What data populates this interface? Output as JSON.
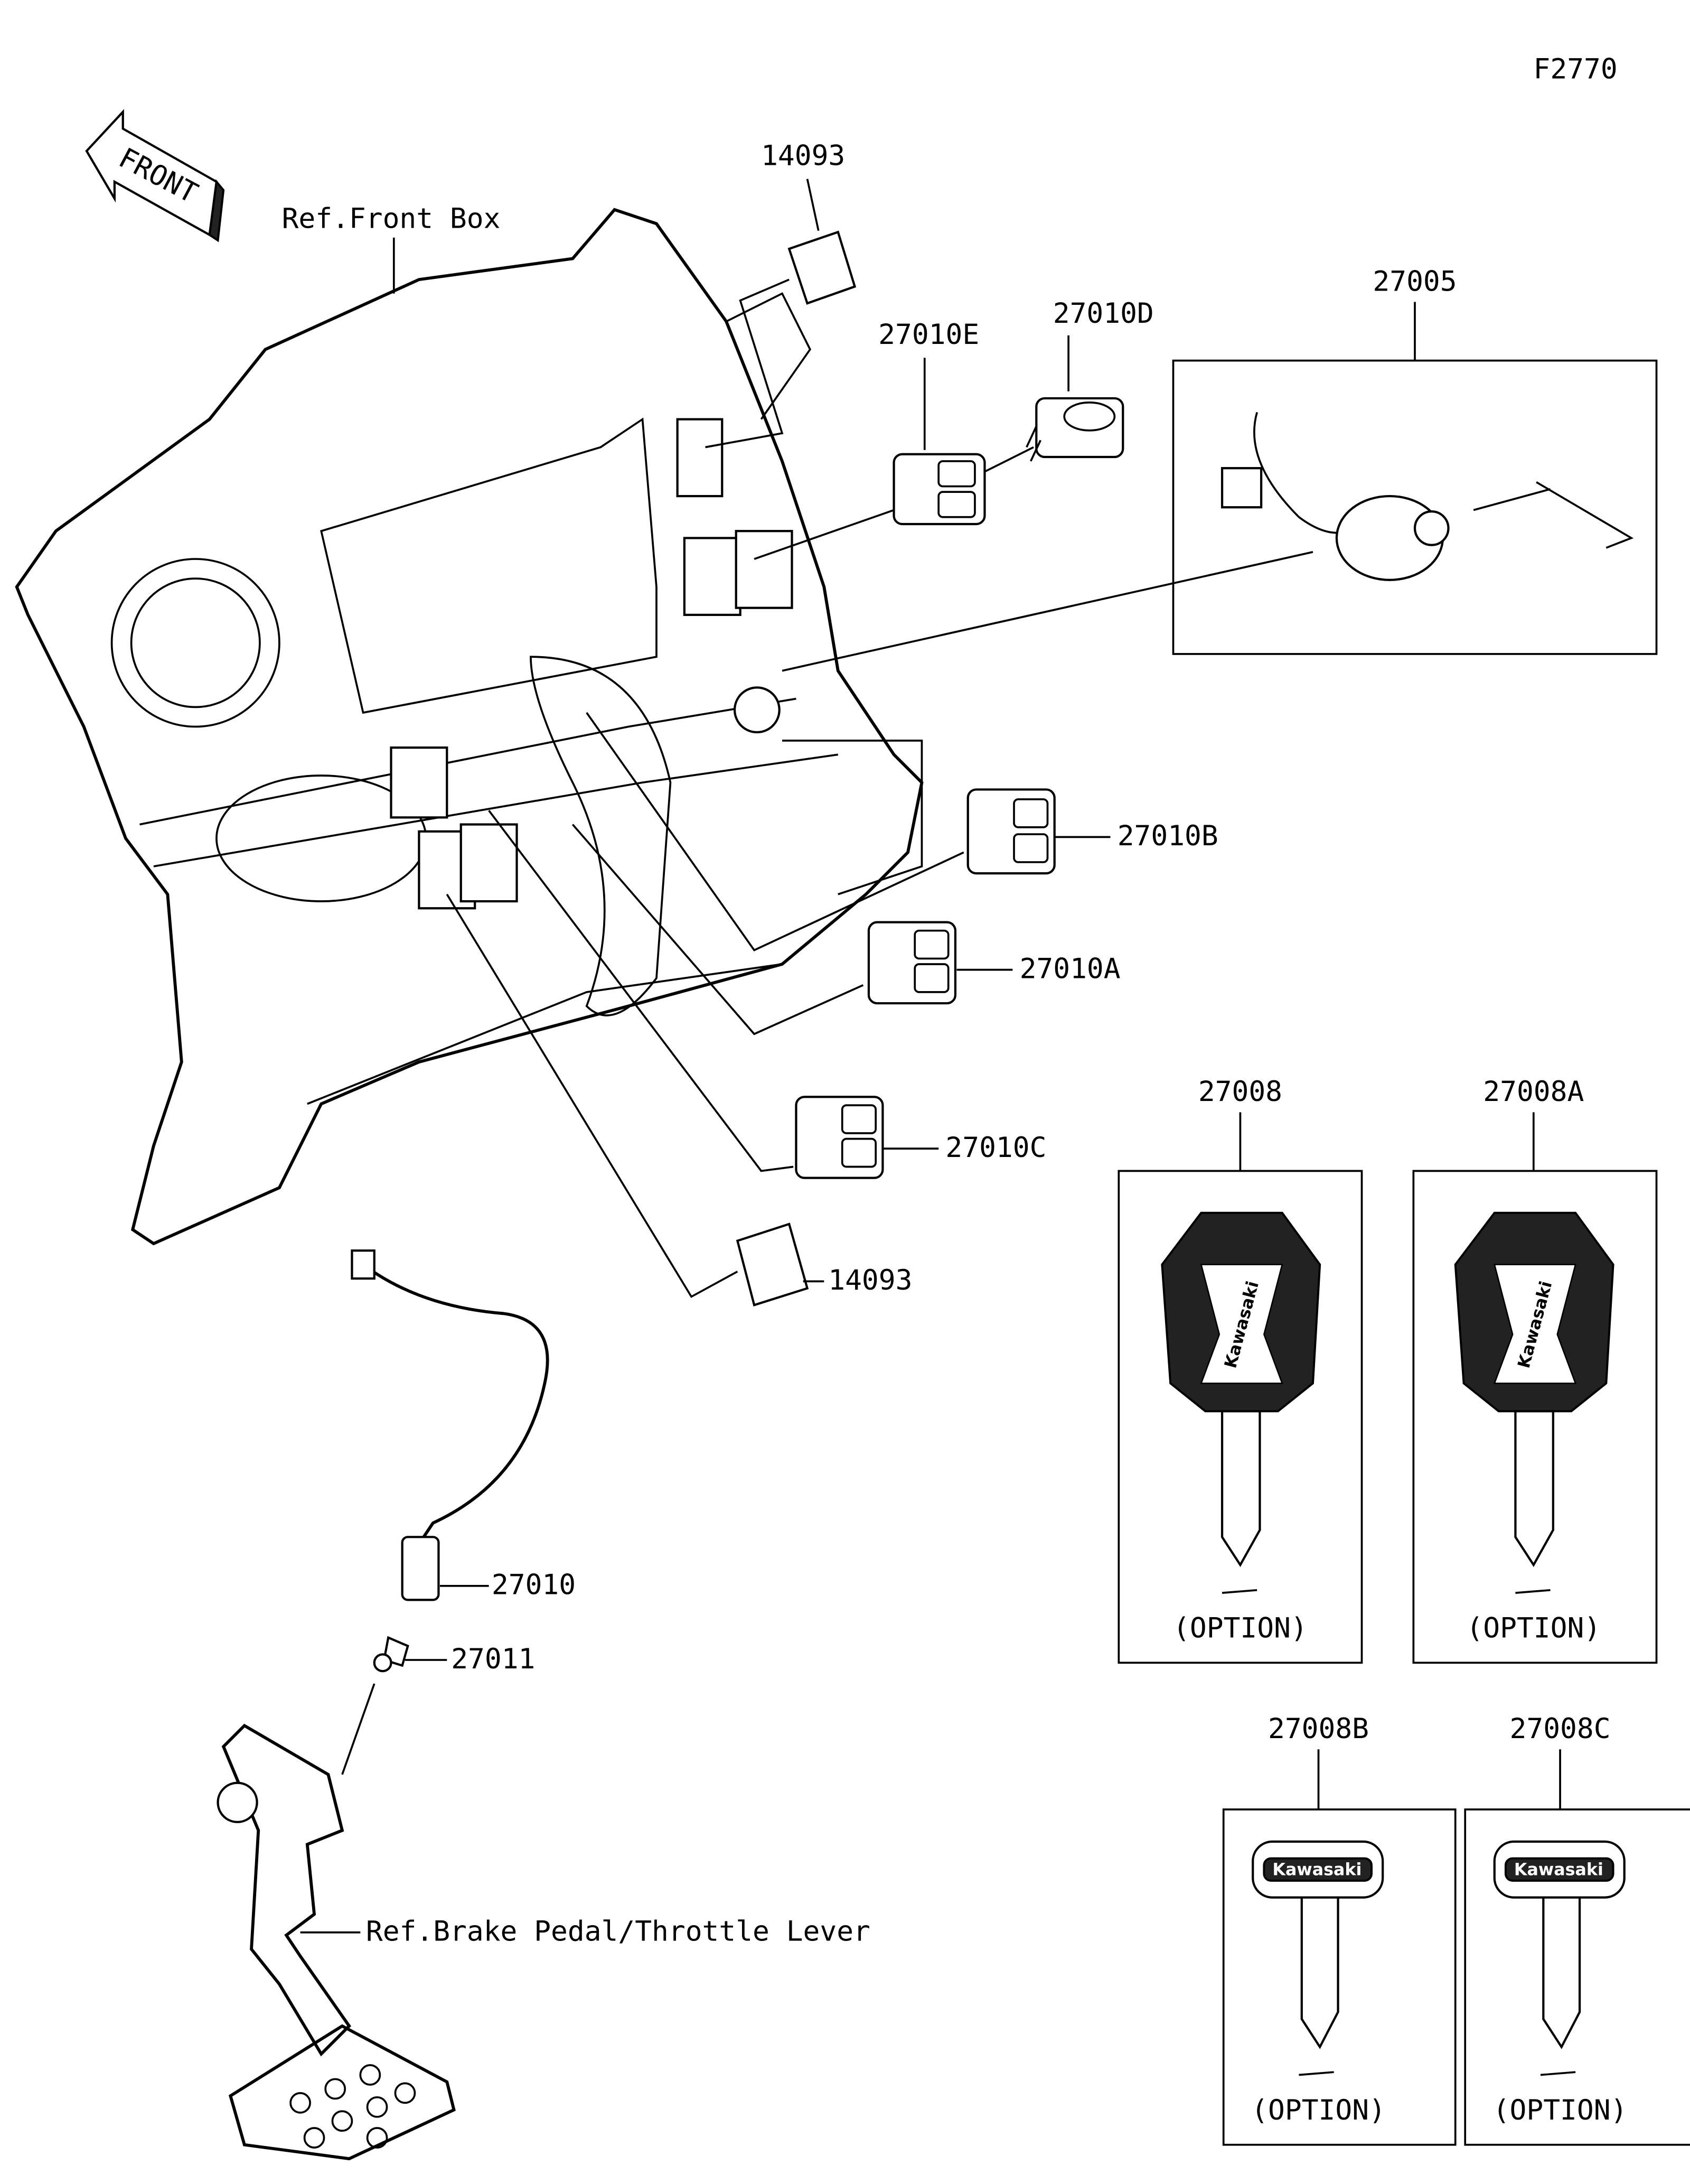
{
  "diagram_code": "F2770",
  "front_arrow_label": "FRONT",
  "references": {
    "front_box": "Ref.Front Box",
    "brake_pedal": "Ref.Brake Pedal/Throttle Lever"
  },
  "parts": {
    "p14093_top": "14093",
    "p27010D": "27010D",
    "p27010E": "27010E",
    "p27005": "27005",
    "p27010B": "27010B",
    "p27010A": "27010A",
    "p27010C": "27010C",
    "p14093_bottom": "14093",
    "p27010": "27010",
    "p27011": "27011",
    "p27008": "27008",
    "p27008A": "27008A",
    "p27008B": "27008B",
    "p27008C": "27008C"
  },
  "option_labels": {
    "k27008": "(OPTION)",
    "k27008A": "(OPTION)",
    "k27008B": "(OPTION)",
    "k27008C": "(OPTION)"
  },
  "key_brand": "Kawasaki",
  "colors": {
    "line": "#000000",
    "background": "#ffffff"
  }
}
